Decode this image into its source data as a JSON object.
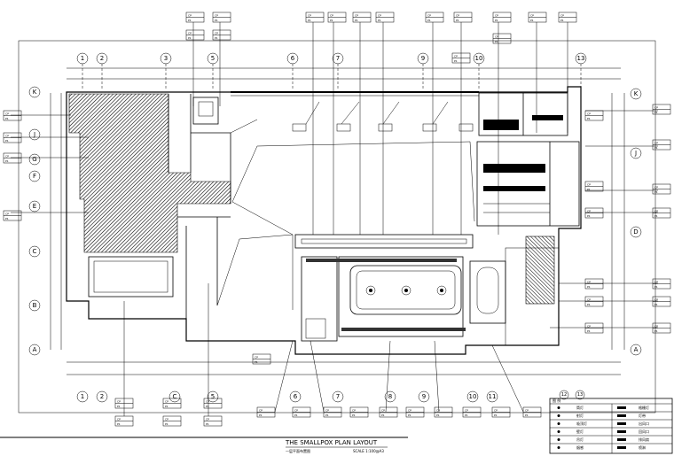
{
  "title": {
    "main": "THE SMALLPOX PLAN LAYOUT",
    "sub": "一层平面布置图",
    "scale": "SCALE 1:100@A3"
  },
  "grid": {
    "columns": [
      "1",
      "2",
      "3",
      "5",
      "6",
      "7",
      "9",
      "10",
      "13"
    ],
    "columns_bottom": [
      "1",
      "2",
      "C",
      "5",
      "6",
      "7",
      "8",
      "9",
      "10",
      "11"
    ],
    "rows": [
      "K",
      "J",
      "G",
      "F",
      "E",
      "C",
      "B",
      "A"
    ],
    "rows_right": [
      "K",
      "J",
      "D",
      "A"
    ]
  },
  "legend": {
    "header": "图 例",
    "items": [
      {
        "left": "筒灯",
        "right": "格栅灯"
      },
      {
        "left": "射灯",
        "right": "灯带"
      },
      {
        "left": "吸顶灯",
        "right": "出风口"
      },
      {
        "left": "壁灯",
        "right": "回风口"
      },
      {
        "left": "吊灯",
        "right": "排风扇"
      },
      {
        "left": "烟感",
        "right": "喷淋"
      }
    ],
    "markers": [
      "12",
      "13"
    ]
  },
  "callout": {
    "code": "CP",
    "sheet": "P1"
  }
}
